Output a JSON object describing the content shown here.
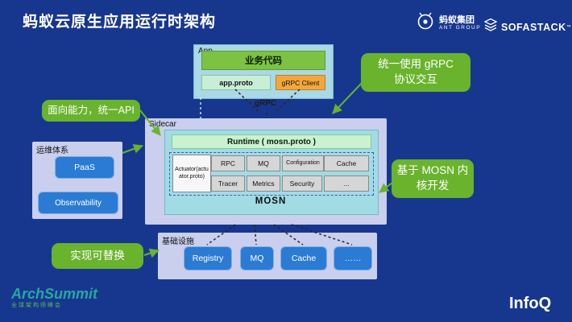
{
  "slide": {
    "title": "蚂蚁云原生应用运行时架构"
  },
  "logos": {
    "ant_group": {
      "name": "蚂蚁集团",
      "sub": "ANT GROUP"
    },
    "sofastack": {
      "name": "SOFASTACK",
      "tm": "™"
    },
    "archsummit": {
      "name": "ArchSummit",
      "sub": "全球架构师峰会"
    },
    "infoq": {
      "name": "InfoQ"
    }
  },
  "app": {
    "label": "App",
    "business_code": "业务代码",
    "app_proto": "app.proto",
    "grpc_client": "gRPC Client"
  },
  "grpc_connector_label": "gRPC",
  "sidecar": {
    "label": "Sidecar",
    "runtime_title": "Runtime ( mosn.proto )",
    "actuator": "Actuator(actuator.proto)",
    "capabilities_row1": [
      "RPC",
      "MQ",
      "Configuration",
      "Cache"
    ],
    "capabilities_row2": [
      "Tracer",
      "Metrics",
      "Security",
      "..."
    ],
    "mosn_label": "MOSN"
  },
  "ops": {
    "label": "运维体系",
    "items": [
      "PaaS",
      "Observability"
    ]
  },
  "infra": {
    "label": "基础设施",
    "items": [
      "Registry",
      "MQ",
      "Cache",
      "……"
    ]
  },
  "callouts": {
    "unified_grpc": "统一使用 gRPC\n协议交互",
    "unified_api": "面向能力，统一API",
    "mosn_kernel": "基于 MOSN 内\n核开发",
    "replaceable": "实现可替换"
  },
  "colors": {
    "background": "#17378f",
    "callout_green": "#69b32d",
    "app_box_cyan": "#a9d8e6",
    "business_code_green": "#7dc242",
    "app_proto_mint": "#c8efd6",
    "grpc_client_orange": "#f2a73d",
    "container_lavender": "#c9cfec",
    "runtime_cyan": "#a2dbe4",
    "runtime_header_green": "#c9f2cf",
    "component_grey": "#d6d6d6",
    "item_blue": "#2b7bd4"
  }
}
